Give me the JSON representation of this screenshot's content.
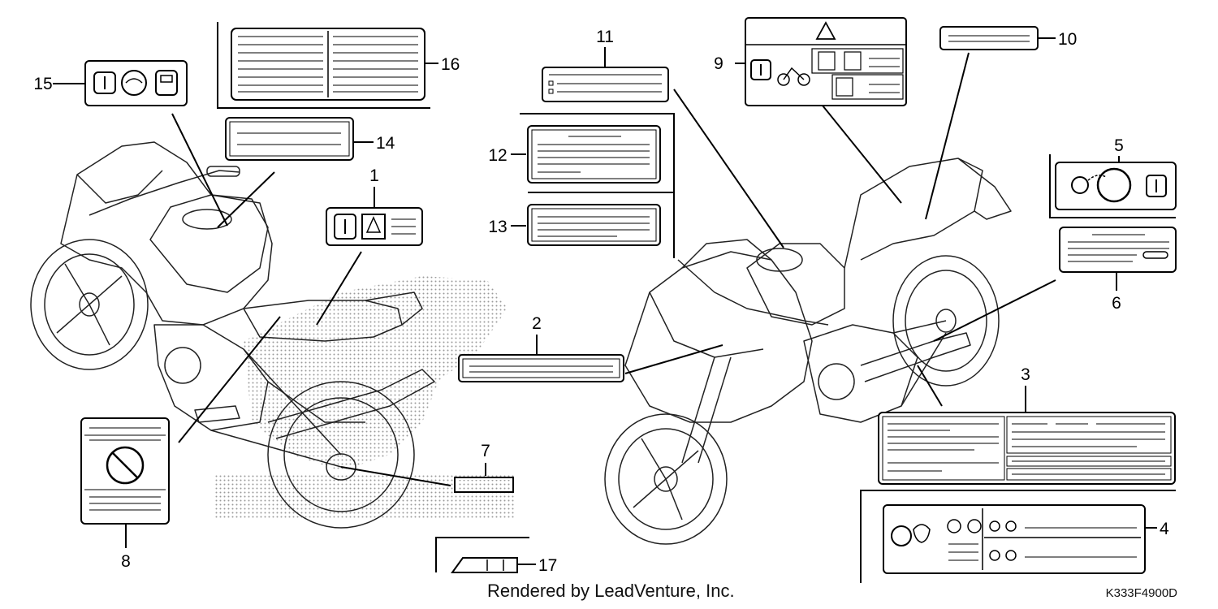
{
  "diagram": {
    "callouts": {
      "n1": "1",
      "n2": "2",
      "n3": "3",
      "n4": "4",
      "n5": "5",
      "n6": "6",
      "n7": "7",
      "n8": "8",
      "n9": "9",
      "n10": "10",
      "n11": "11",
      "n12": "12",
      "n13": "13",
      "n14": "14",
      "n15": "15",
      "n16": "16",
      "n17": "17"
    },
    "caption": "Rendered by LeadVenture, Inc.",
    "diagram_code": "K333F4900D",
    "icons": {
      "manual": "manual-book-icon",
      "helmet": "helmet-icon",
      "warning": "warning-triangle-icon",
      "no_riding": "prohibition-icon",
      "bike": "motorcycle-icon"
    }
  }
}
